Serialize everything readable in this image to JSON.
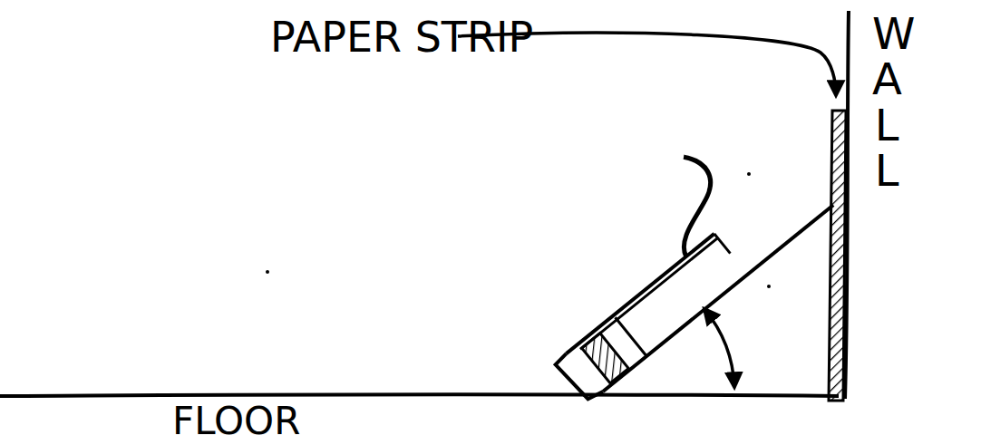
{
  "diagram": {
    "labels": [
      "PAPER STRIP",
      "WALL",
      "FLOOR"
    ]
  }
}
